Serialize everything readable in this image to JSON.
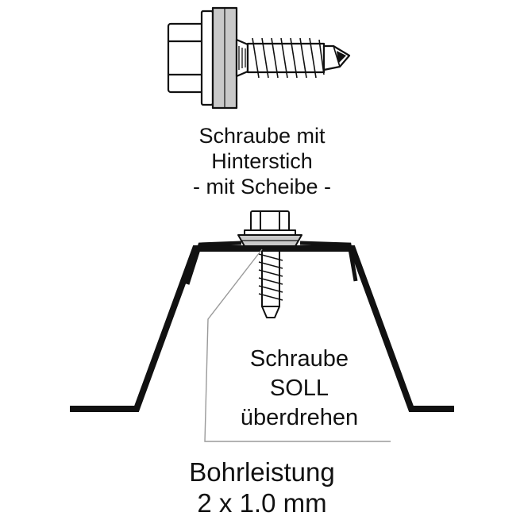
{
  "labels": {
    "screw_caption": [
      "Schraube mit",
      "Hinterstich",
      "- mit Scheibe -"
    ],
    "note": [
      "Schraube",
      "SOLL",
      "überdrehen"
    ],
    "drilling": [
      "Bohrleistung",
      "2 x 1.0 mm"
    ]
  },
  "colors": {
    "ink": "#111111",
    "washer": "#c9c9c9",
    "leader": "#9a9a9a",
    "background": "#ffffff"
  }
}
